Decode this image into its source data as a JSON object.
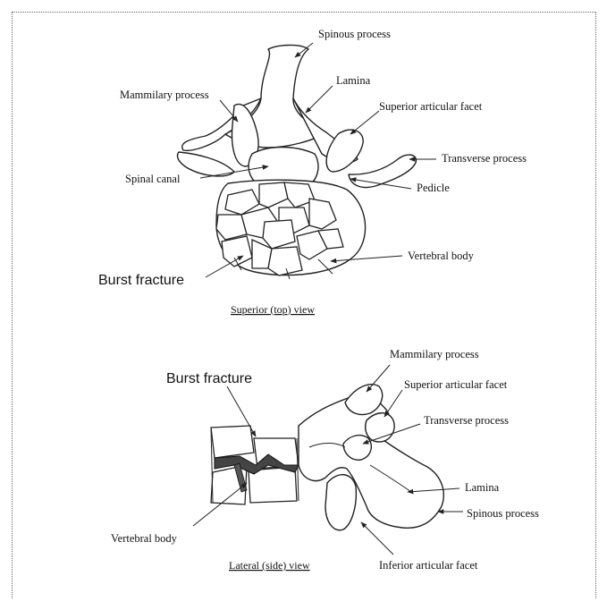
{
  "superior_view": {
    "caption": "Superior (top) view",
    "labels": {
      "spinous_process": "Spinous process",
      "lamina": "Lamina",
      "mammilary_process": "Mammilary process",
      "superior_articular_facet": "Superior articular facet",
      "transverse_process": "Transverse process",
      "spinal_canal": "Spinal canal",
      "pedicle": "Pedicle",
      "vertebral_body": "Vertebral body",
      "burst_fracture": "Burst fracture"
    }
  },
  "lateral_view": {
    "caption": "Lateral (side) view",
    "labels": {
      "burst_fracture": "Burst fracture",
      "mammilary_process": "Mammilary process",
      "superior_articular_facet": "Superior articular facet",
      "transverse_process": "Transverse process",
      "lamina": "Lamina",
      "spinous_process": "Spinous process",
      "vertebral_body": "Vertebral body",
      "inferior_articular_facet": "Inferior articular facet"
    }
  }
}
